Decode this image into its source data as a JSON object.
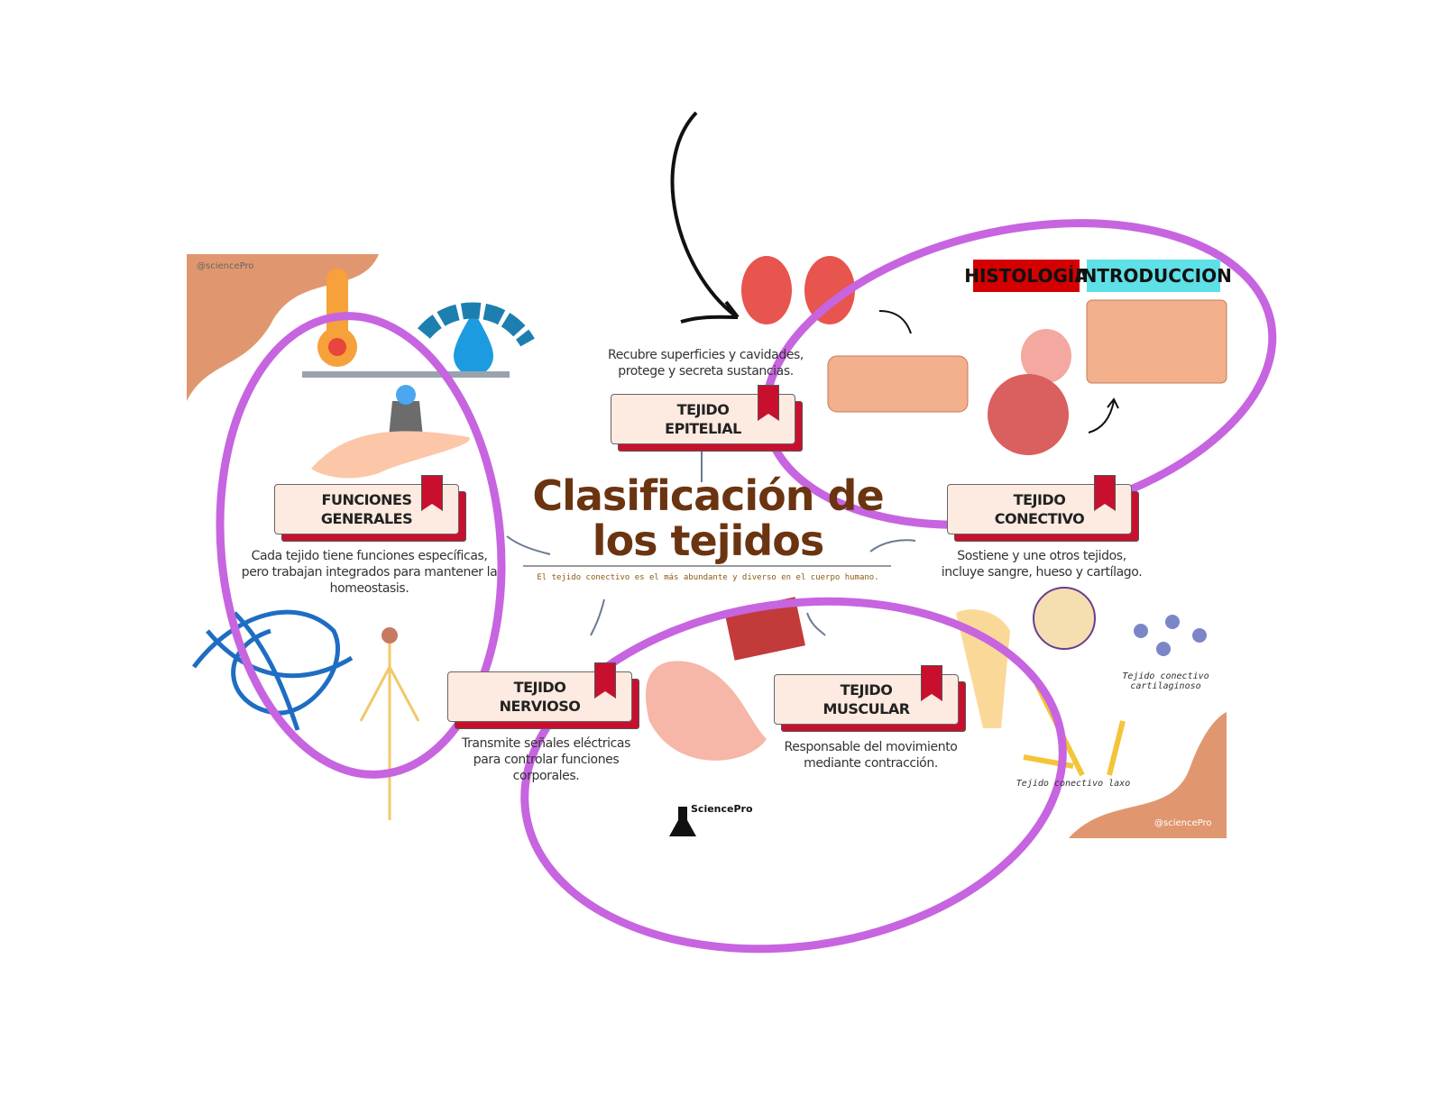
{
  "watermark": "@sciencePro",
  "tags": {
    "histologia": "HISTOLOGÍA",
    "introduccion": "INTRODUCCION"
  },
  "title": "Clasificación de los tejidos",
  "subtitle": "El tejido conectivo es el más abundante y diverso en el cuerpo humano.",
  "cards": {
    "funciones": {
      "label": "FUNCIONES\nGENERALES",
      "desc": "Cada tejido tiene funciones específicas, pero trabajan integrados para mantener la homeostasis."
    },
    "epitelial": {
      "label": "TEJIDO\nEPITELIAL",
      "desc": "Recubre superficies y cavidades, protege y secreta sustancias."
    },
    "conectivo": {
      "label": "TEJIDO\nCONECTIVO",
      "desc": "Sostiene y une otros tejidos, incluye sangre, hueso y cartílago."
    },
    "nervioso": {
      "label": "TEJIDO\nNERVIOSO",
      "desc": "Transmite señales eléctricas para controlar funciones corporales."
    },
    "muscular": {
      "label": "TEJIDO\nMUSCULAR",
      "desc": "Responsable del movimiento mediante contracción."
    }
  },
  "captions": {
    "cartilaginoso": "Tejido conectivo cartilaginoso",
    "laxo": "Tejido conectivo laxo"
  },
  "logo": "SciencePro",
  "colors": {
    "brown": "#6b3410",
    "red": "#c8102e",
    "cyan": "#5de0e6",
    "annotation": "#c764e0"
  }
}
